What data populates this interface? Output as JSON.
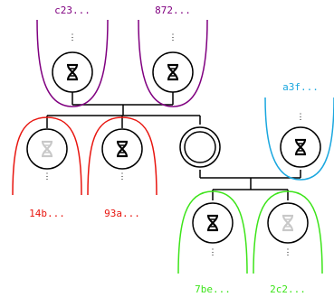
{
  "colors": {
    "line": "#000000",
    "node_fill": "#ffffff",
    "purple": "#800080",
    "red": "#e8150f",
    "cyan": "#1aa7df",
    "green": "#3de41a",
    "icon_dark": "#000000",
    "icon_faded": "#c8c8c8"
  },
  "nodes": [
    {
      "id": "c23",
      "label": "c23...",
      "color_key": "purple",
      "icon": "dna-hourglass-icon",
      "faded": false
    },
    {
      "id": "872",
      "label": "872...",
      "color_key": "purple",
      "icon": "dna-hourglass-icon",
      "faded": false
    },
    {
      "id": "14b",
      "label": "14b...",
      "color_key": "red",
      "icon": "dna-hourglass-icon",
      "faded": true
    },
    {
      "id": "93a",
      "label": "93a...",
      "color_key": "red",
      "icon": "dna-hourglass-icon",
      "faded": false
    },
    {
      "id": "center",
      "label": "",
      "color_key": "",
      "icon": "double-ring-icon",
      "faded": false
    },
    {
      "id": "a3f",
      "label": "a3f...",
      "color_key": "cyan",
      "icon": "dna-hourglass-icon",
      "faded": false
    },
    {
      "id": "7be",
      "label": "7be...",
      "color_key": "green",
      "icon": "dna-hourglass-icon",
      "faded": false
    },
    {
      "id": "2c2",
      "label": "2c2...",
      "color_key": "green",
      "icon": "dna-hourglass-icon",
      "faded": true
    }
  ]
}
